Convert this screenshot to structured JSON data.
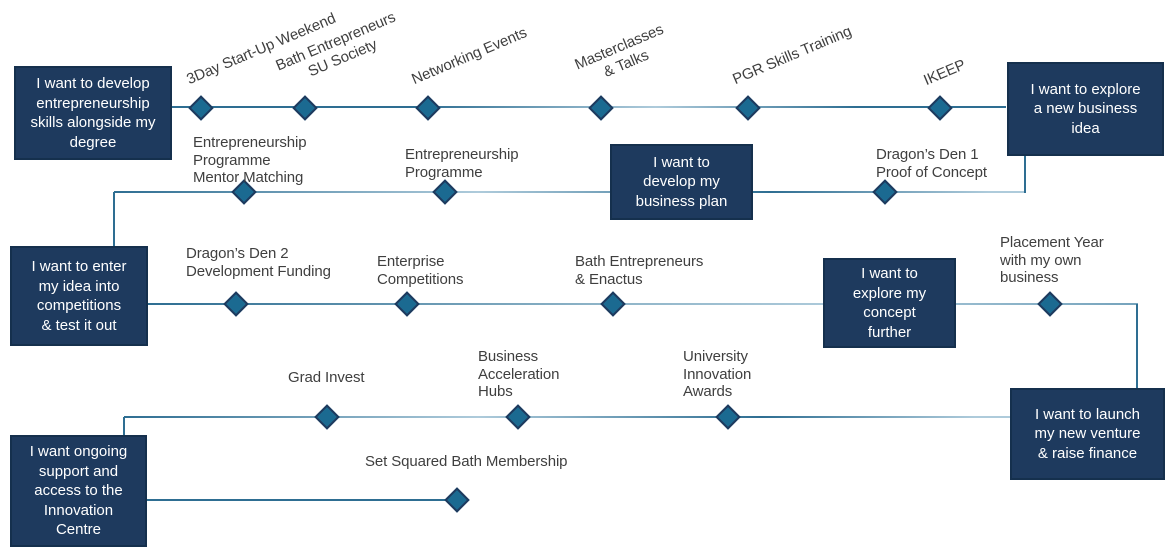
{
  "goals": {
    "develop_skills": "I want to develop\nentrepreneurship\nskills alongside my\ndegree",
    "explore_new_idea": "I want to explore\na new business\nidea",
    "develop_business_plan": "I want to\ndevelop my\nbusiness plan",
    "enter_competitions": "I want to enter\nmy idea into\ncompetitions\n& test it out",
    "explore_concept_further": "I want to\nexplore my\nconcept\nfurther",
    "launch_venture": "I want to launch\nmy new venture\n& raise finance",
    "ongoing_support": "I want ongoing\nsupport and\naccess to the\nInnovation\nCentre"
  },
  "milestones": {
    "startup_weekend": "3Day Start-Up Weekend",
    "su_society": "Bath Entrepreneurs\nSU Society",
    "networking_events": "Networking Events",
    "masterclasses": "Masterclasses\n& Talks",
    "pgr_skills": "PGR Skills Training",
    "ikeep": "IKEEP",
    "mentor_matching": "Entrepreneurship\nProgramme\nMentor Matching",
    "ent_programme": "Entrepreneurship\nProgramme",
    "dragons_den_1": "Dragon’s Den 1\nProof of Concept",
    "dragons_den_2": "Dragon’s Den 2\nDevelopment Funding",
    "enterprise_competitions": "Enterprise\nCompetitions",
    "bath_enactus": "Bath Entrepreneurs\n& Enactus",
    "placement_year": "Placement Year\nwith my own\nbusiness",
    "grad_invest": "Grad Invest",
    "acceleration_hubs": "Business\nAcceleration\nHubs",
    "innovation_awards": "University\nInnovation\nAwards",
    "set_squared": "Set Squared Bath Membership"
  },
  "colors": {
    "goal_bg": "#1e3a5e",
    "goal_border": "#15304d",
    "goal_text": "#ffffff",
    "diamond_fill": "#1b6a91",
    "diamond_border": "#1e3a5e",
    "line_dark": "#2e6e92",
    "line_light": "#aecbdb",
    "label_text": "#3f3f3f",
    "background": "#ffffff"
  }
}
